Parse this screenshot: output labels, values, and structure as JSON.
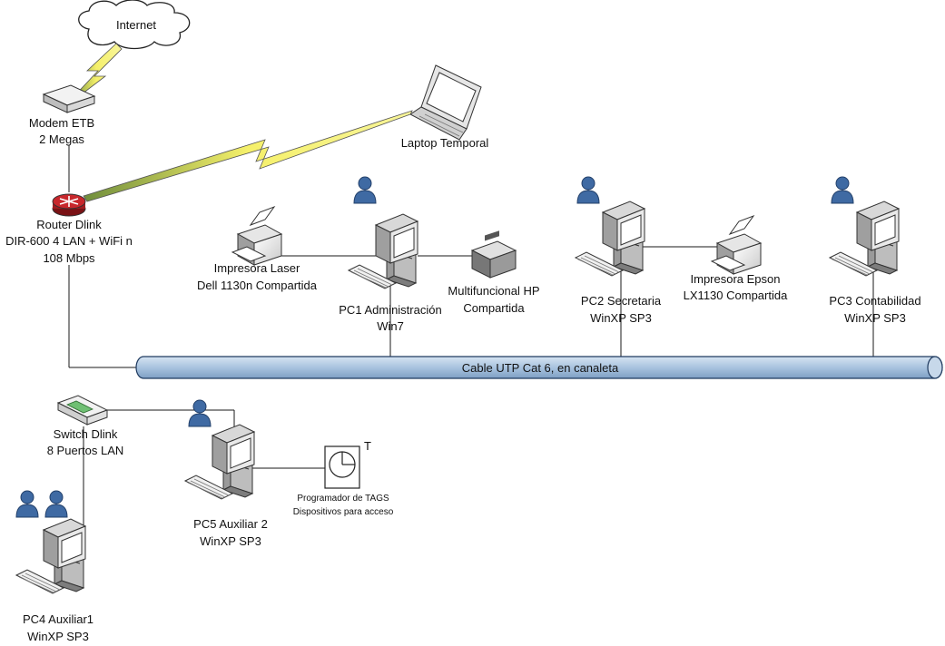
{
  "labels": {
    "internet": "Internet",
    "modem_1": "Modem ETB",
    "modem_2": "2 Megas",
    "laptop": "Laptop Temporal",
    "router_1": "Router Dlink",
    "router_2": "DIR-600 4 LAN + WiFi n",
    "router_3": "108 Mbps",
    "laser_1": "Impresora Laser",
    "laser_2": "Dell 1130n Compartida",
    "pc1_1": "PC1 Administración",
    "pc1_2": "Win7",
    "mfp_1": "Multifuncional HP",
    "mfp_2": "Compartida",
    "pc2_1": "PC2 Secretaria",
    "pc2_2": "WinXP SP3",
    "epson_1": "Impresora Epson",
    "epson_2": "LX1130 Compartida",
    "pc3_1": "PC3 Contabilidad",
    "pc3_2": "WinXP SP3",
    "cable": "Cable UTP Cat 6, en canaleta",
    "switch_1": "Switch Dlink",
    "switch_2": "8 Puertos LAN",
    "pc5_1": "PC5 Auxiliar 2",
    "pc5_2": "WinXP SP3",
    "tags_1": "Programador de TAGS",
    "tags_2": "Dispositivos para acceso",
    "tags_t": "T",
    "pc4_1": "PC4 Auxiliar1",
    "pc4_2": "WinXP SP3"
  },
  "colors": {
    "cable_fill": "#a9c3df",
    "cable_stroke": "#1f3a5f",
    "bolt_fill": "#f5f06a",
    "user_fill": "#3f6aa3",
    "router_fill": "#c8272c"
  }
}
